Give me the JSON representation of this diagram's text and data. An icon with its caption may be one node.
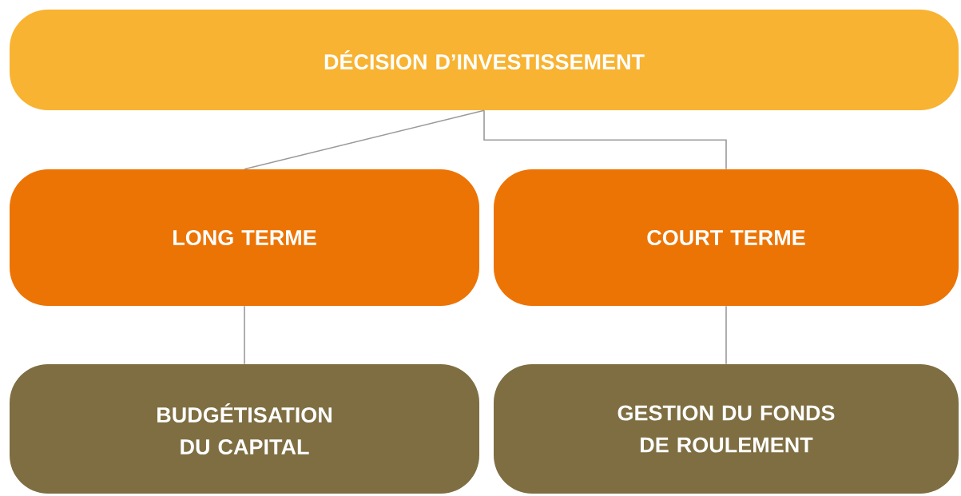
{
  "diagram": {
    "nodes": [
      {
        "text": [
          "DÉCISION D’INVESTISSEMENT"
        ]
      },
      {
        "text": [
          "LONG TERME"
        ]
      },
      {
        "text": [
          "COURT TERME"
        ]
      },
      {
        "text": [
          "BUDGÉTISATION DU CAPITAL"
        ]
      },
      {
        "text": [
          "GESTION DU FONDS DE ROULEMENT"
        ]
      }
    ],
    "edges": [
      {
        "from": 0,
        "to": 1,
        "arrow": "none"
      },
      {
        "from": 0,
        "to": 2,
        "arrow": "none"
      },
      {
        "from": 1,
        "to": 3,
        "arrow": "none"
      },
      {
        "from": 2,
        "to": 4,
        "arrow": "none"
      }
    ]
  }
}
